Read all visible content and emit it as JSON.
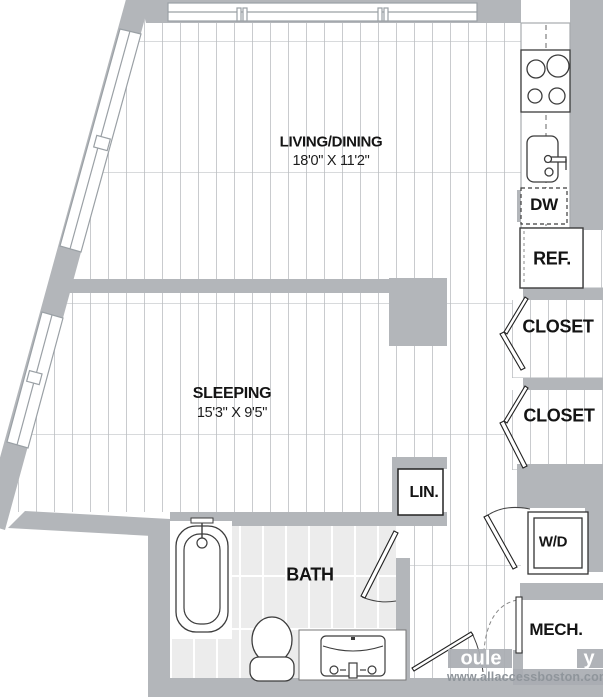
{
  "plan_labels": {
    "living_dining_name": "LIVING/DINING",
    "living_dining_dims": "18'0\" X 11'2\"",
    "sleeping_name": "SLEEPING",
    "sleeping_dims": "15'3\" X 9'5\"",
    "bath_name": "BATH",
    "dishwasher": "DW",
    "refrigerator": "REF.",
    "closet_upper": "CLOSET",
    "closet_lower": "CLOSET",
    "linen": "LIN.",
    "washer_dryer": "W/D",
    "mechanical": "MECH."
  },
  "watermark": {
    "line1_fragment_left": "oule",
    "line1_fragment_right": "y",
    "url": "www.allaccessboston.com"
  },
  "colors": {
    "wall_gray": "#b3b6ba",
    "plank_line": "#c9cbce",
    "tile_fill": "#ececec",
    "fixture_stroke": "#3c3c3c",
    "window_stroke": "#9aa0a5",
    "label_text": "#141414",
    "watermark_gray": "#8f959b"
  }
}
